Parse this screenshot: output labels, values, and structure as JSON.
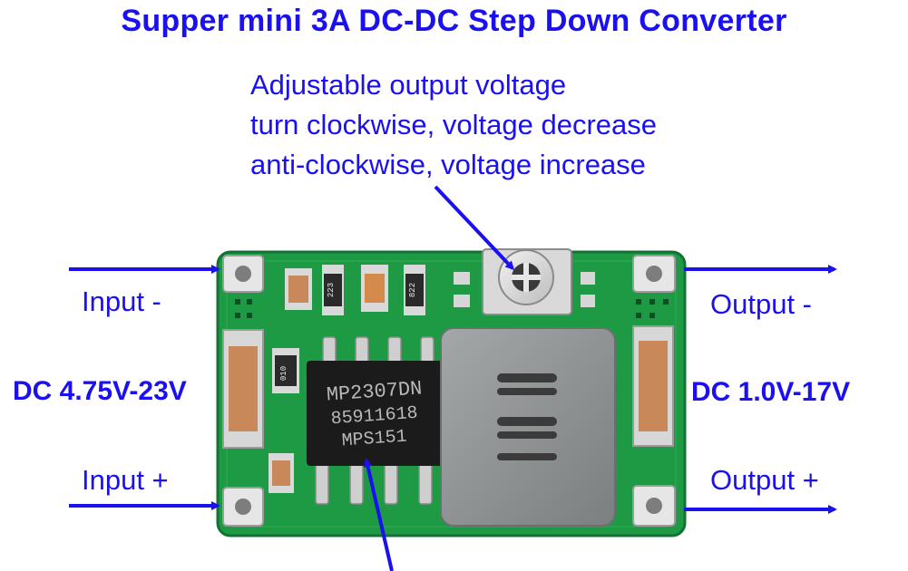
{
  "title": "Supper mini 3A DC-DC Step Down Converter",
  "adjust_note": {
    "line1": "Adjustable output voltage",
    "line2": "turn clockwise, voltage decrease",
    "line3": "anti-clockwise, voltage increase"
  },
  "input": {
    "minus_label": "Input -",
    "plus_label": "Input +",
    "range": "DC 4.75V-23V"
  },
  "output": {
    "minus_label": "Output -",
    "plus_label": "Output +",
    "range": "DC 1.0V-17V"
  },
  "chip": {
    "line1": "MP2307DN",
    "line2": "85911618",
    "line3": "MPS151"
  },
  "component_marks": {
    "resistor1": "223",
    "resistor2": "822",
    "diode": "010"
  },
  "colors": {
    "label": "#1a10f0",
    "arrow": "#1a10f0",
    "pcb": "#1f9a44",
    "pcb_dark": "#117233",
    "inductor": "#8f9293",
    "chip": "#1b1b1b",
    "capacitor": "#c9885a"
  }
}
